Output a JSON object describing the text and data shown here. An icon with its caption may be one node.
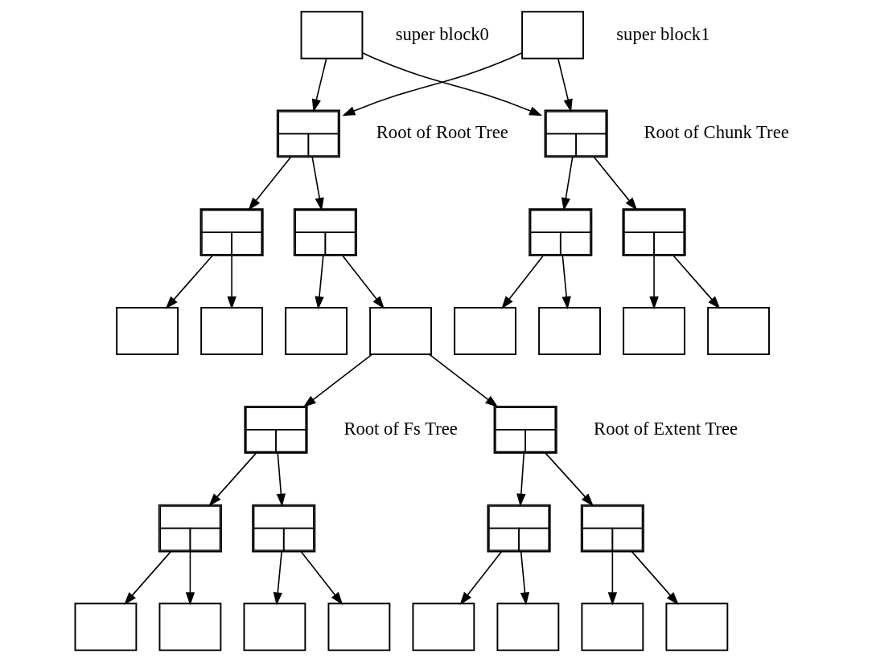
{
  "diagram": {
    "nodes": [
      {
        "text": [],
        "shape": "box",
        "beside": [
          "super block0"
        ]
      },
      {
        "text": [],
        "shape": "box",
        "beside": [
          "super block1"
        ]
      },
      {
        "text": [],
        "shape": "record",
        "beside": [
          "Root of Root Tree"
        ]
      },
      {
        "text": [],
        "shape": "record",
        "beside": [
          "Root of Chunk Tree"
        ]
      },
      {
        "text": [],
        "shape": "record"
      },
      {
        "text": [],
        "shape": "record"
      },
      {
        "text": [],
        "shape": "record"
      },
      {
        "text": [],
        "shape": "record"
      },
      {
        "text": [],
        "shape": "box"
      },
      {
        "text": [],
        "shape": "box"
      },
      {
        "text": [],
        "shape": "box"
      },
      {
        "text": [],
        "shape": "box"
      },
      {
        "text": [],
        "shape": "box"
      },
      {
        "text": [],
        "shape": "box"
      },
      {
        "text": [],
        "shape": "box"
      },
      {
        "text": [],
        "shape": "box"
      },
      {
        "text": [],
        "shape": "record",
        "beside": [
          "Root of Fs Tree"
        ]
      },
      {
        "text": [],
        "shape": "record",
        "beside": [
          "Root of Extent Tree"
        ]
      },
      {
        "text": [],
        "shape": "record"
      },
      {
        "text": [],
        "shape": "record"
      },
      {
        "text": [],
        "shape": "record"
      },
      {
        "text": [],
        "shape": "record"
      },
      {
        "text": [],
        "shape": "box"
      },
      {
        "text": [],
        "shape": "box"
      },
      {
        "text": [],
        "shape": "box"
      },
      {
        "text": [],
        "shape": "box"
      },
      {
        "text": [],
        "shape": "box"
      },
      {
        "text": [],
        "shape": "box"
      },
      {
        "text": [],
        "shape": "box"
      },
      {
        "text": [],
        "shape": "box"
      }
    ],
    "edges": [
      {
        "from": 0,
        "to": 2,
        "arrow": "to"
      },
      {
        "from": 0,
        "to": 3,
        "arrow": "to"
      },
      {
        "from": 1,
        "to": 2,
        "arrow": "to"
      },
      {
        "from": 1,
        "to": 3,
        "arrow": "to"
      },
      {
        "from": 2,
        "to": 4,
        "arrow": "to"
      },
      {
        "from": 2,
        "to": 5,
        "arrow": "to"
      },
      {
        "from": 3,
        "to": 6,
        "arrow": "to"
      },
      {
        "from": 3,
        "to": 7,
        "arrow": "to"
      },
      {
        "from": 4,
        "to": 8,
        "arrow": "to"
      },
      {
        "from": 4,
        "to": 9,
        "arrow": "to"
      },
      {
        "from": 5,
        "to": 10,
        "arrow": "to"
      },
      {
        "from": 5,
        "to": 11,
        "arrow": "to"
      },
      {
        "from": 6,
        "to": 12,
        "arrow": "to"
      },
      {
        "from": 6,
        "to": 13,
        "arrow": "to"
      },
      {
        "from": 7,
        "to": 14,
        "arrow": "to"
      },
      {
        "from": 7,
        "to": 15,
        "arrow": "to"
      },
      {
        "from": 11,
        "to": 16,
        "arrow": "to"
      },
      {
        "from": 11,
        "to": 17,
        "arrow": "to"
      },
      {
        "from": 16,
        "to": 18,
        "arrow": "to"
      },
      {
        "from": 16,
        "to": 19,
        "arrow": "to"
      },
      {
        "from": 17,
        "to": 20,
        "arrow": "to"
      },
      {
        "from": 17,
        "to": 21,
        "arrow": "to"
      },
      {
        "from": 18,
        "to": 22,
        "arrow": "to"
      },
      {
        "from": 18,
        "to": 23,
        "arrow": "to"
      },
      {
        "from": 19,
        "to": 24,
        "arrow": "to"
      },
      {
        "from": 19,
        "to": 25,
        "arrow": "to"
      },
      {
        "from": 20,
        "to": 26,
        "arrow": "to"
      },
      {
        "from": 20,
        "to": 27,
        "arrow": "to"
      },
      {
        "from": 21,
        "to": 28,
        "arrow": "to"
      },
      {
        "from": 21,
        "to": 29,
        "arrow": "to"
      }
    ]
  }
}
